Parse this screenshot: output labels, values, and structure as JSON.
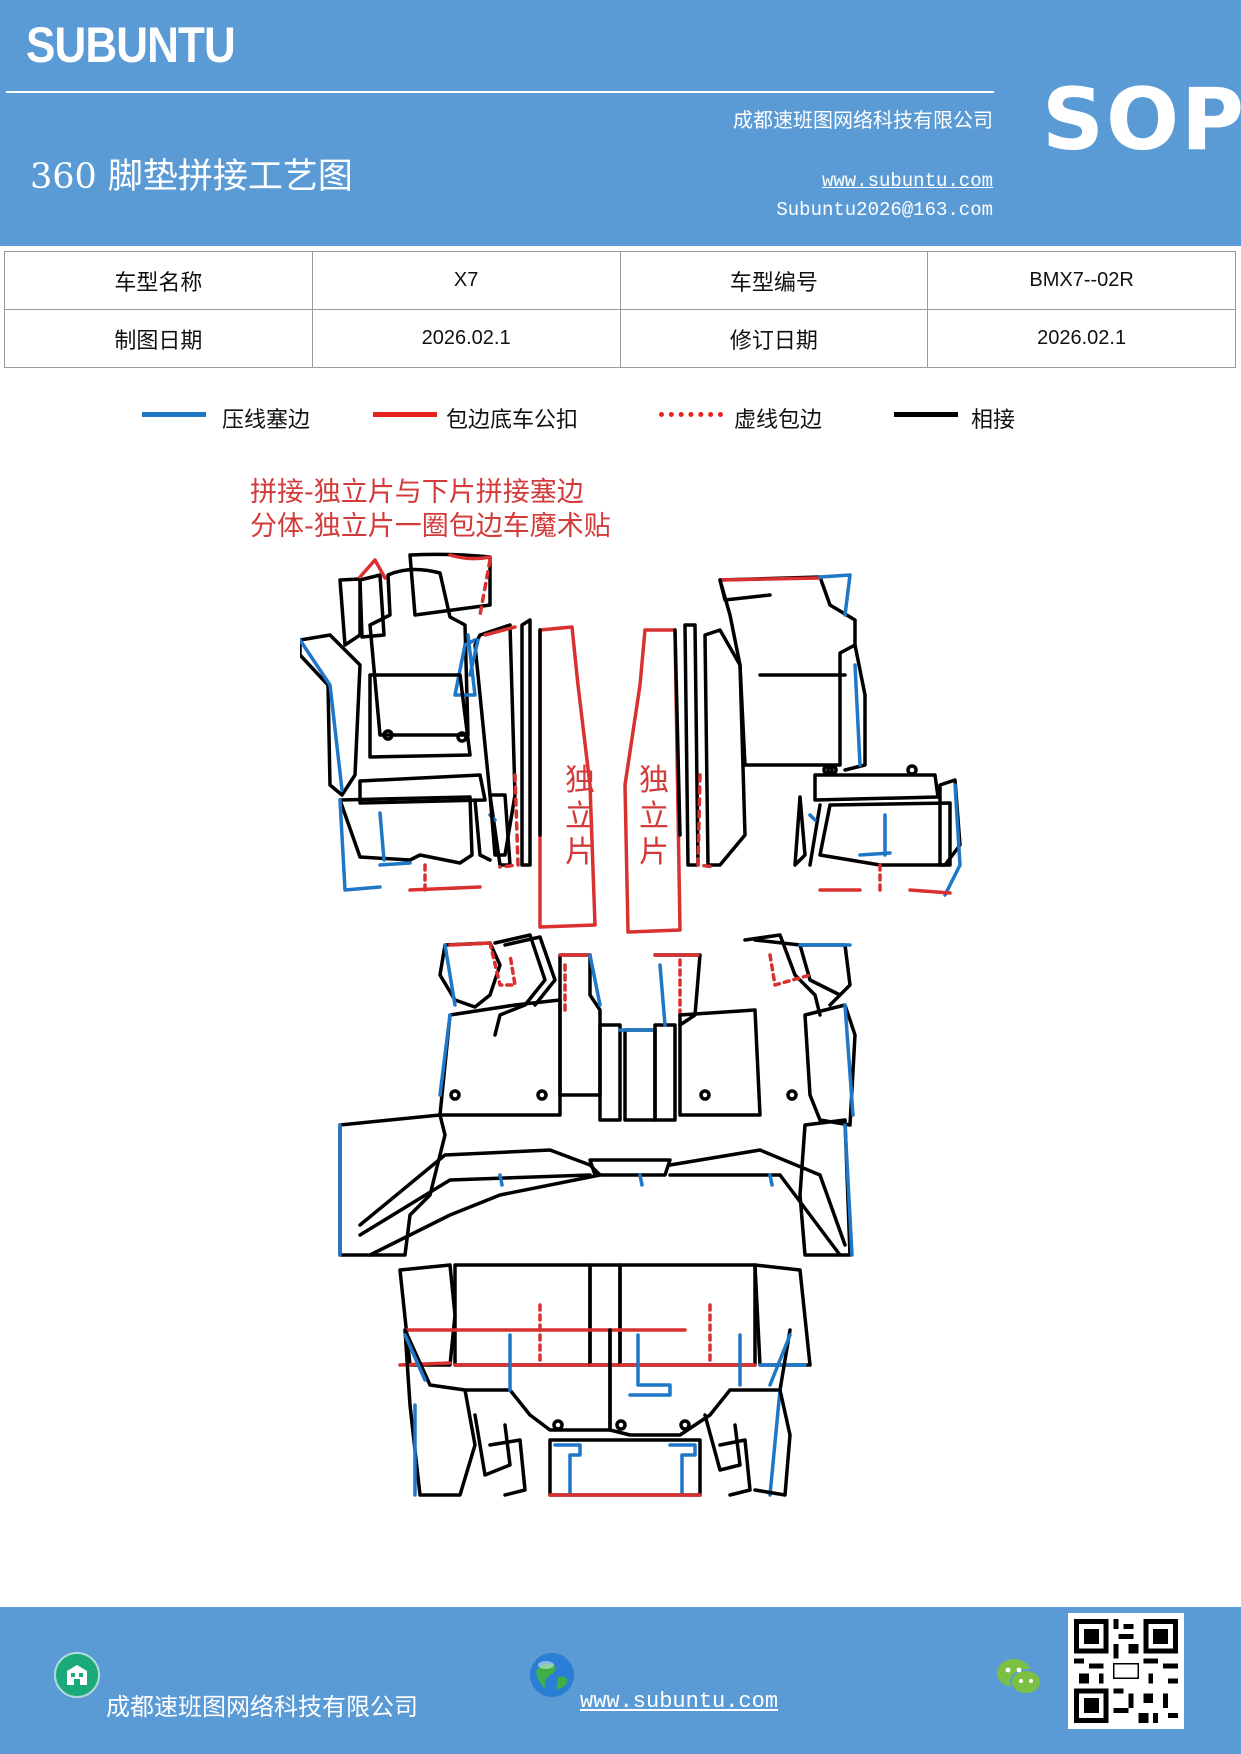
{
  "header": {
    "brand": "SUBUNTU",
    "title": "360 脚垫拼接工艺图",
    "company": "成都速班图网络科技有限公司",
    "website": "www.subuntu.com",
    "email": "Subuntu2026@163.com",
    "sop": "SOP"
  },
  "info_table": {
    "rows": [
      [
        "车型名称",
        "X7",
        "车型编号",
        "BMX7--02R"
      ],
      [
        "制图日期",
        "2026.02.1",
        "修订日期",
        "2026.02.1"
      ]
    ]
  },
  "legend": [
    {
      "label": "压线塞边",
      "color": "#1f77c8",
      "style": "solid"
    },
    {
      "label": "包边底车公扣",
      "color": "#e8221f",
      "style": "solid"
    },
    {
      "label": "虚线包边",
      "color": "#e8221f",
      "style": "dotted"
    },
    {
      "label": "相接",
      "color": "#000000",
      "style": "solid"
    }
  ],
  "notes": [
    "拼接-独立片与下片拼接塞边",
    "分体-独立片一圈包边车魔术贴"
  ],
  "diagram": {
    "left_label": "独立片",
    "right_label": "独立片"
  },
  "footer": {
    "company": "成都速班图网络科技有限公司",
    "website": "www.subuntu.com"
  },
  "colors": {
    "header_bg": "#5b9bd5",
    "blue_line": "#1f77c8",
    "red_line": "#d93030"
  }
}
